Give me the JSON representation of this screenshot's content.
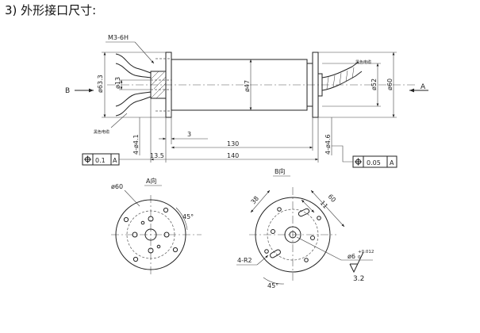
{
  "heading": "3) 外形接口尺寸:",
  "front_view": {
    "thread_label": "M3-6H",
    "arrow_b": "B",
    "arrow_a": "A",
    "dia_63_3": "ø63.3",
    "dia_13": "ø13",
    "dia_47": "ø47",
    "dia_52": "ø52",
    "dia_60": "ø60",
    "lead_left": "黑色电缆",
    "lead_right": "黑色电缆",
    "holes_left": "4-ø4.1",
    "holes_right": "4-ø4.6",
    "len_3": "3",
    "len_130": "130",
    "len_13_5": "13.5",
    "len_140": "140",
    "tol_left": "0.1",
    "datum_left": "A",
    "tol_right": "0.05",
    "datum_right": "A"
  },
  "view_a": {
    "title": "A向",
    "dia_60": "ø60",
    "angle": "45°"
  },
  "view_b": {
    "title": "B向",
    "dim_38": "38",
    "dim_60": "60",
    "dim_11": "11",
    "radius": "4-R2",
    "angle": "45°",
    "bore": "ø6",
    "bore_tol_upper": "+0.012",
    "bore_tol_lower": "0",
    "roughness": "3.2"
  }
}
